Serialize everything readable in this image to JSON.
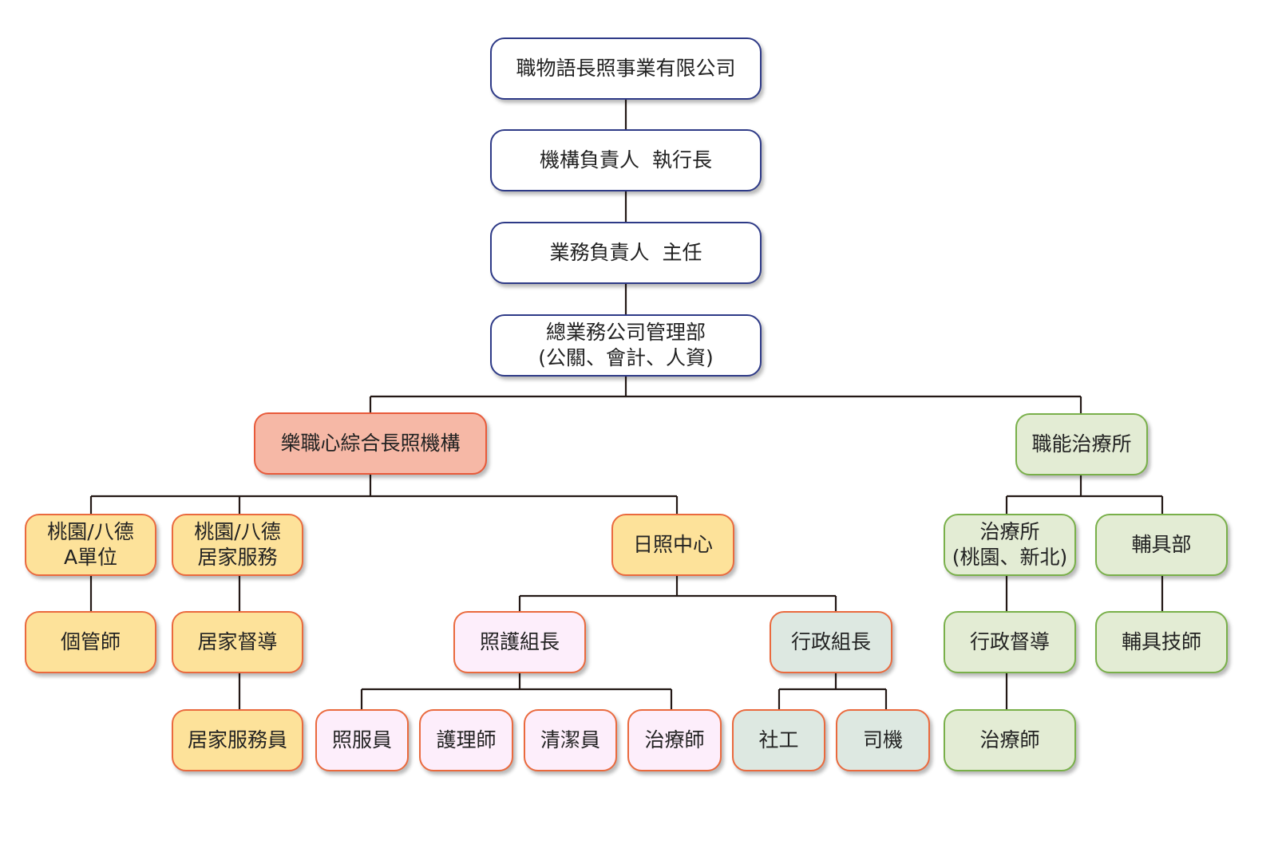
{
  "org_chart": {
    "company": "職物語長照事業有限公司",
    "ceo": "機構負責人  執行長",
    "director": "業務負責人  主任",
    "admin_dept": "總業務公司管理部\n(公關、會計、人資)",
    "ltc_institution": "樂職心綜合長照機構",
    "ot_clinic": "職能治療所",
    "taoyuan_a_unit": "桃園/八德\nA單位",
    "taoyuan_home_service": "桃園/八德\n居家服務",
    "day_care_center": "日照中心",
    "clinic_branches": "治療所\n(桃園、新北)",
    "assistive_dept": "輔具部",
    "case_manager": "個管師",
    "home_supervisor": "居家督導",
    "care_team_leader": "照護組長",
    "admin_team_leader": "行政組長",
    "admin_supervisor": "行政督導",
    "assistive_technician": "輔具技師",
    "home_service_worker": "居家服務員",
    "care_worker": "照服員",
    "nurse": "護理師",
    "cleaner": "清潔員",
    "therapist_daycare": "治療師",
    "social_worker": "社工",
    "driver": "司機",
    "therapist_clinic": "治療師"
  },
  "colors": {
    "executive_border": "#2e3a87",
    "institution_fill": "#f6b8a6",
    "unit_fill": "#fde29a",
    "care_fill": "#fdeefb",
    "admin_fill": "#dde8e1",
    "clinic_fill": "#e3ecd4",
    "orange_border": "#ea6a3e",
    "green_border": "#79b04a",
    "connector": "#231815"
  }
}
